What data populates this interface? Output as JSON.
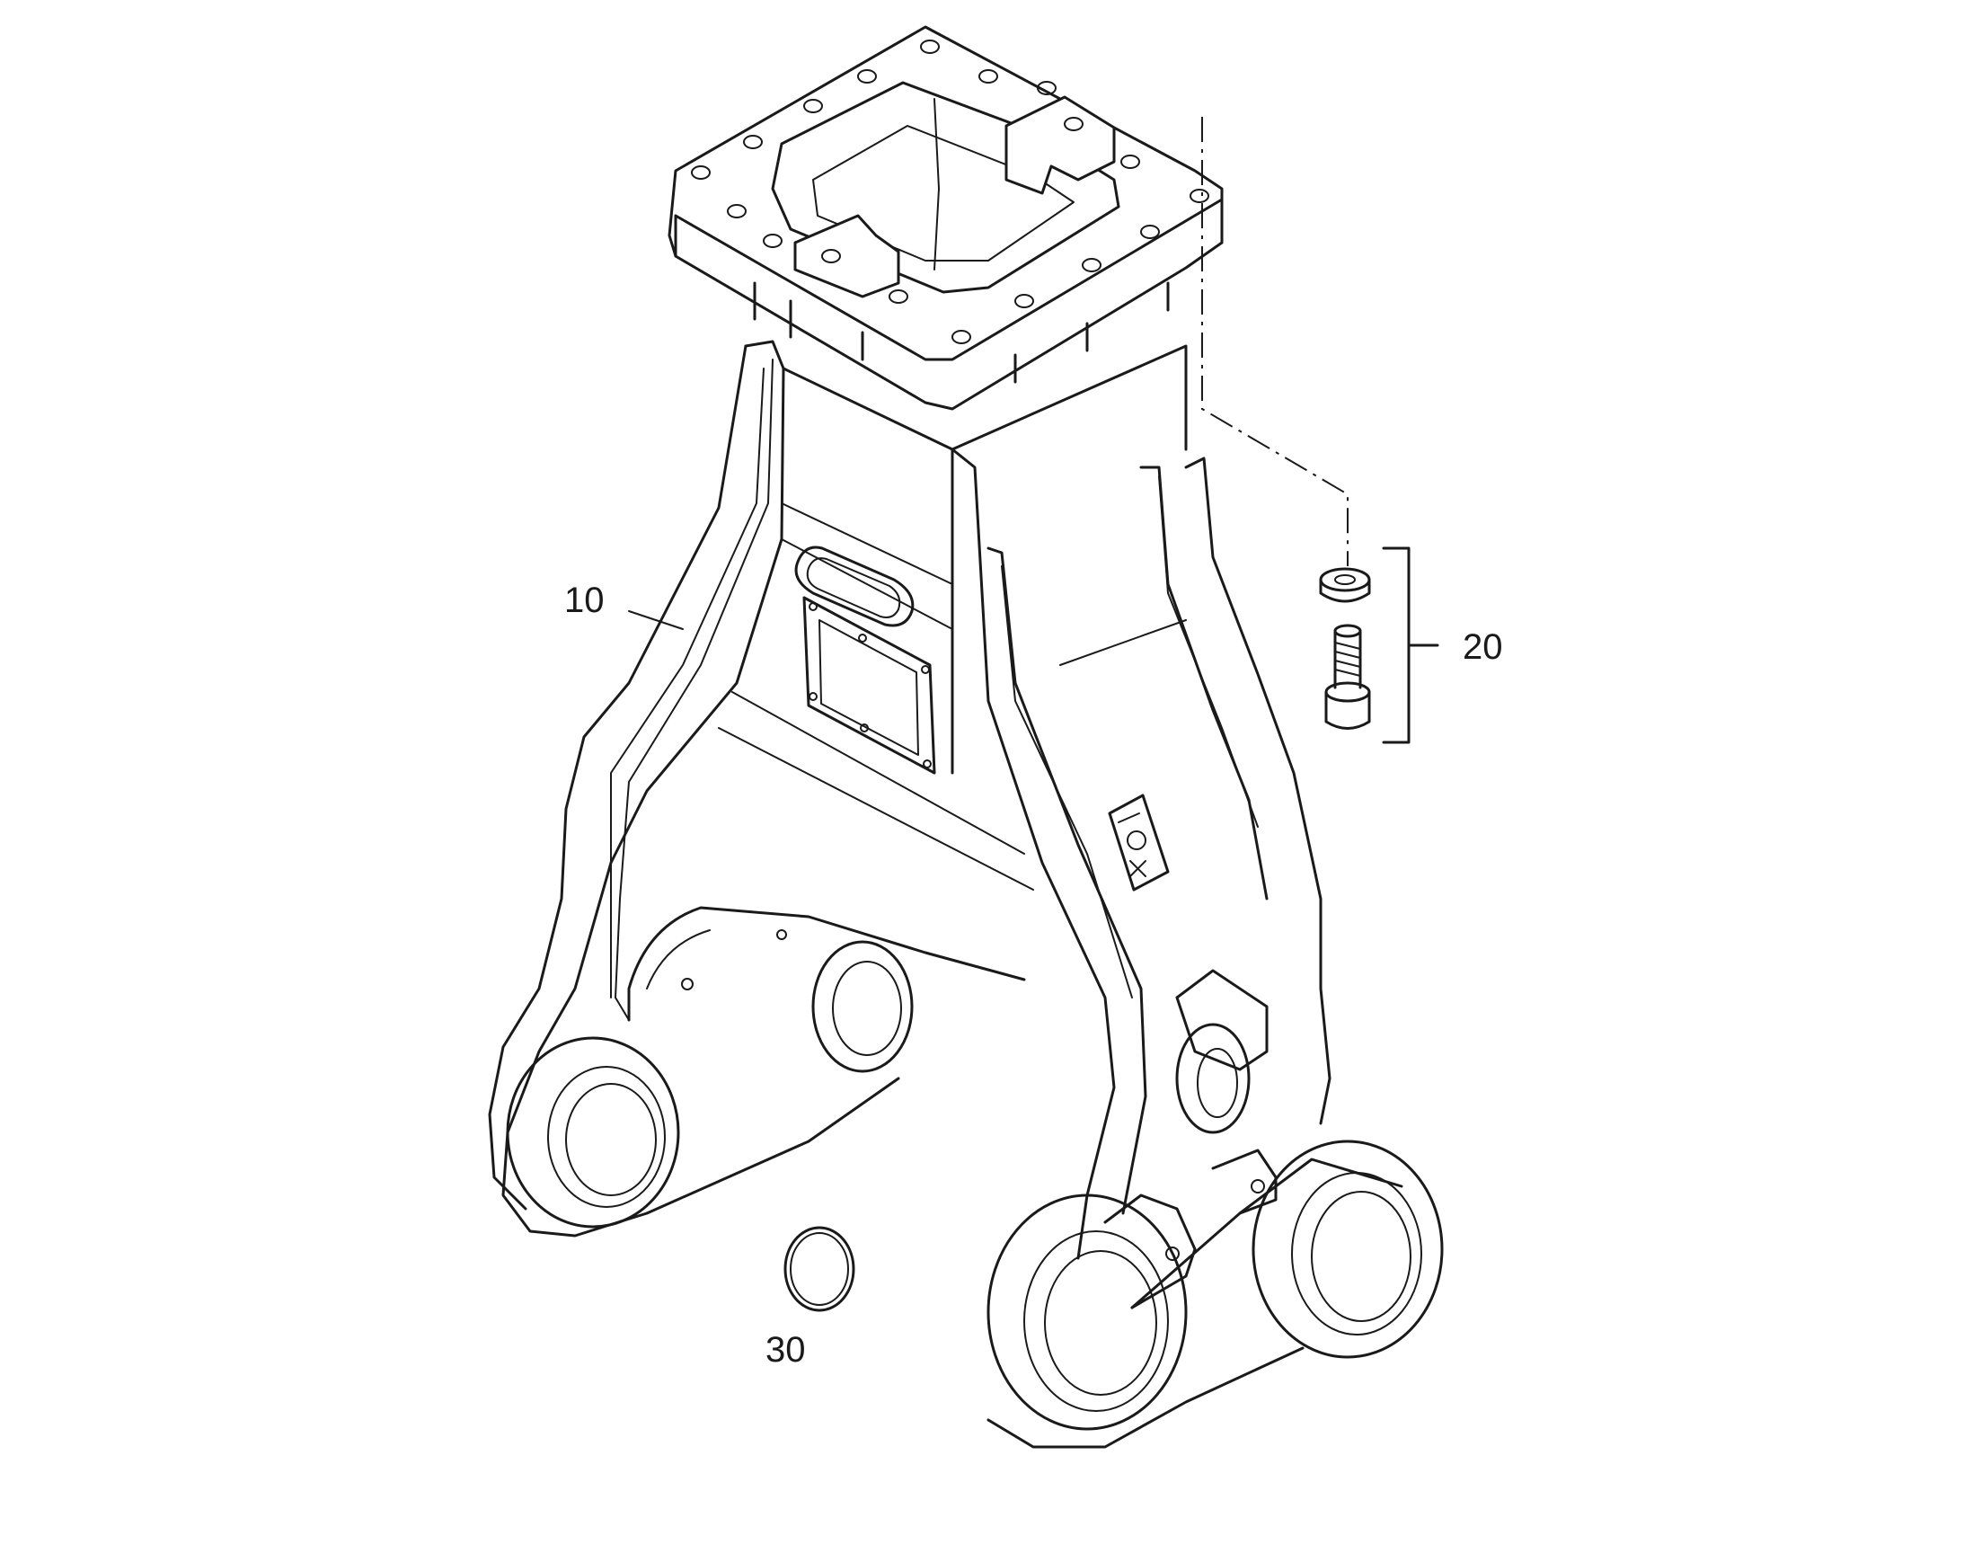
{
  "callouts": {
    "frame": "10",
    "fastener_set": "20",
    "o_ring": "30"
  },
  "colors": {
    "line": "#1a1a1a",
    "background": "#ffffff"
  }
}
